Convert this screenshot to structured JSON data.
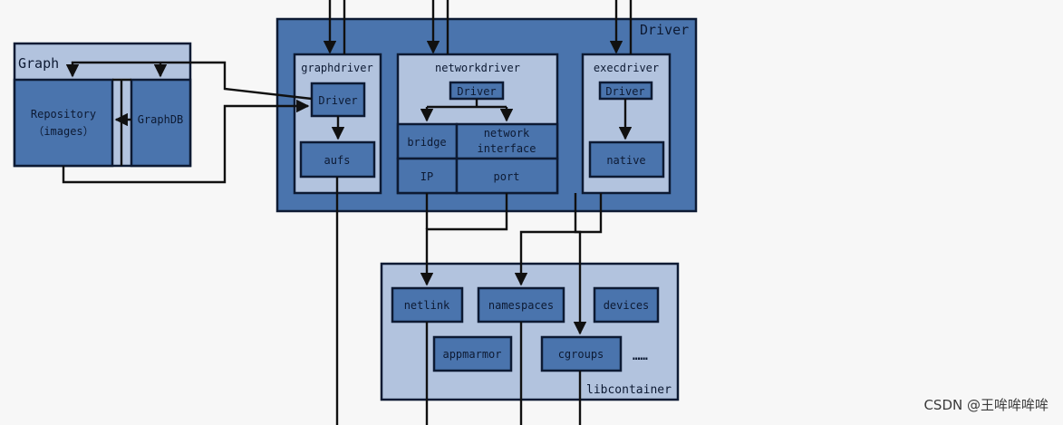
{
  "graph": {
    "title": "Graph",
    "repository_line1": "Repository",
    "repository_line2": "（images）",
    "graphdb": "GraphDB"
  },
  "driver": {
    "title": "Driver",
    "graphdriver": {
      "title": "graphdriver",
      "driver": "Driver",
      "aufs": "aufs"
    },
    "networkdriver": {
      "title": "networkdriver",
      "driver": "Driver",
      "bridge": "bridge",
      "network_interface_line1": "network",
      "network_interface_line2": "interface",
      "ip": "IP",
      "port": "port"
    },
    "execdriver": {
      "title": "execdriver",
      "driver": "Driver",
      "native": "native"
    }
  },
  "libcontainer": {
    "title": "libcontainer",
    "netlink": "netlink",
    "namespaces": "namespaces",
    "devices": "devices",
    "appmarmor": "appmarmor",
    "cgroups": "cgroups",
    "ellipsis": "……"
  },
  "watermark": "CSDN @王哞哞哞哞",
  "colors": {
    "dark_blue": "#4a74ad",
    "light_blue": "#b2c3de",
    "outline": "#0d1a33"
  }
}
